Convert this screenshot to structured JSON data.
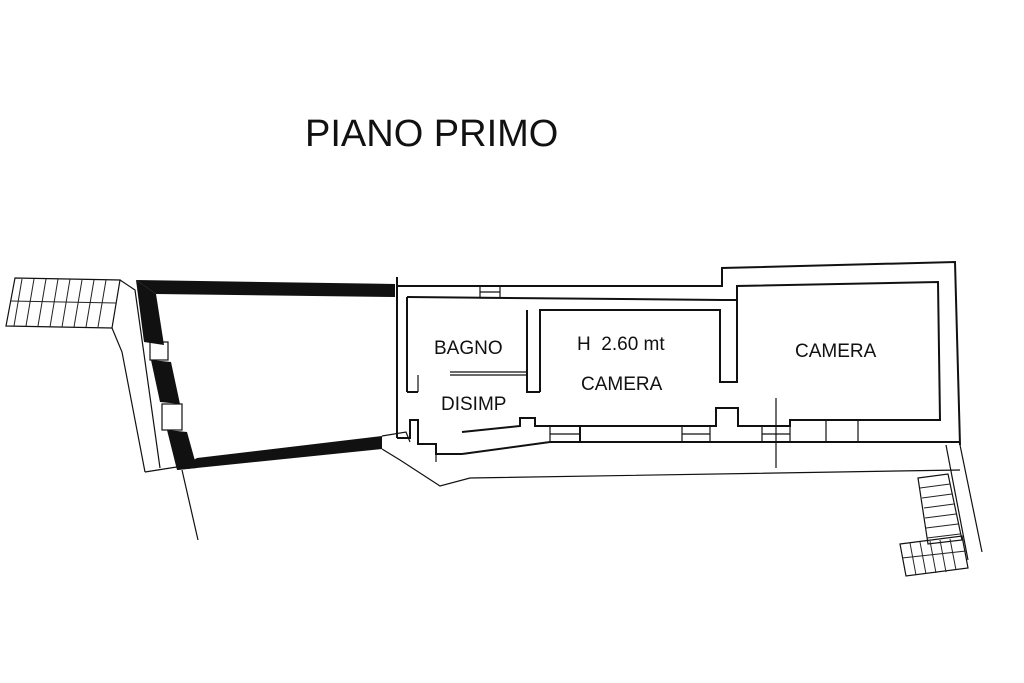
{
  "plan": {
    "title": "PIANO PRIMO",
    "rooms": {
      "bagno": "BAGNO",
      "disimp": "DISIMP",
      "camera_center": "CAMERA",
      "height_note": "H  2.60 mt",
      "camera_right": "CAMERA"
    },
    "colors": {
      "line": "#111111",
      "background": "#ffffff"
    }
  }
}
